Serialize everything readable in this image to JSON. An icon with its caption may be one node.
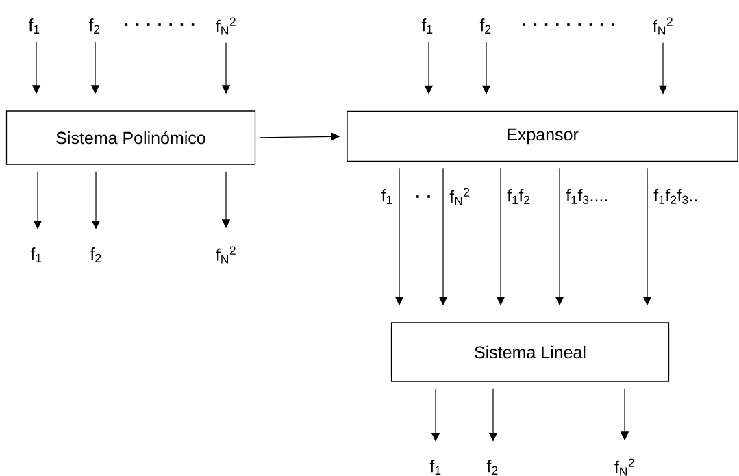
{
  "diagram": {
    "nodes": [
      {
        "text": [
          "f$_{1}$"
        ]
      },
      {
        "text": [
          "f$_{2}$"
        ]
      },
      {
        "text": [
          "f$_{N}$$^{2}$"
        ]
      },
      {
        "text": [
          "Sistema Polinómico"
        ]
      },
      {
        "text": [
          "f$_{1}$"
        ]
      },
      {
        "text": [
          "f$_{2}$"
        ]
      },
      {
        "text": [
          "f$_{N}$$^{2}$"
        ]
      },
      {
        "text": [
          "f$_{1}$"
        ]
      },
      {
        "text": [
          "f$_{2}$"
        ]
      },
      {
        "text": [
          "f$_{N}$$^{2}$"
        ]
      },
      {
        "text": [
          "Expansor"
        ]
      },
      {
        "text": [
          "Sistema Lineal"
        ]
      },
      {
        "text": [
          "f$_{1}$"
        ]
      },
      {
        "text": [
          "f$_{2}$"
        ]
      },
      {
        "text": [
          "f$_{N}$$^{2}$"
        ]
      }
    ],
    "edges": [
      {
        "from": 0,
        "to": 3,
        "arrow": "to"
      },
      {
        "from": 1,
        "to": 3,
        "arrow": "to"
      },
      {
        "from": 2,
        "to": 3,
        "arrow": "to"
      },
      {
        "from": 3,
        "to": 4,
        "arrow": "to"
      },
      {
        "from": 3,
        "to": 5,
        "arrow": "to"
      },
      {
        "from": 3,
        "to": 6,
        "arrow": "to"
      },
      {
        "from": 3,
        "to": 10,
        "arrow": "to"
      },
      {
        "from": 7,
        "to": 10,
        "arrow": "to"
      },
      {
        "from": 8,
        "to": 10,
        "arrow": "to"
      },
      {
        "from": 9,
        "to": 10,
        "arrow": "to"
      },
      {
        "from": 10,
        "to": 11,
        "arrow": "to",
        "label": "f$_{1}$"
      },
      {
        "from": 10,
        "to": 11,
        "arrow": "to",
        "label": "f$_{N}$$^{2}$"
      },
      {
        "from": 10,
        "to": 11,
        "arrow": "to",
        "label": "f$_{1}$f$_{2}$"
      },
      {
        "from": 10,
        "to": 11,
        "arrow": "to",
        "label": "f$_{1}$f$_{3}$...."
      },
      {
        "from": 10,
        "to": 11,
        "arrow": "to",
        "label": "f$_{1}$f$_{2}$f$_{3}$.."
      },
      {
        "from": 11,
        "to": 12,
        "arrow": "to"
      },
      {
        "from": 11,
        "to": 13,
        "arrow": "to"
      },
      {
        "from": 11,
        "to": 14,
        "arrow": "to"
      }
    ],
    "labels": [
      ". . . . . . .",
      ". . . . . . . . .",
      ". ."
    ]
  }
}
